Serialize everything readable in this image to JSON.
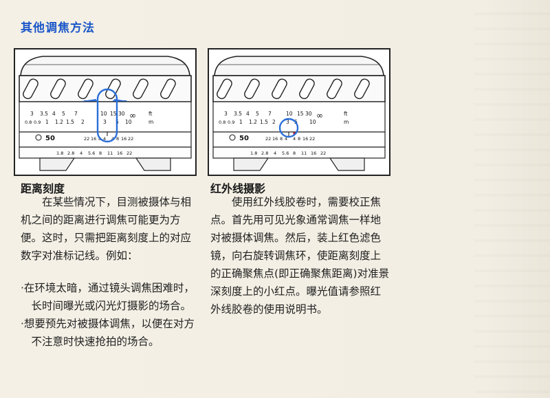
{
  "section_title": "其他调焦方法",
  "figures": {
    "left": {
      "scale_row1": [
        "3",
        "3.5",
        "4",
        "5",
        "7",
        "10",
        "15",
        "30",
        "∞",
        "ft"
      ],
      "scale_row2": [
        "0.8",
        "0.9",
        "1",
        "1.2",
        "1.5",
        "2",
        "3",
        "5",
        "10",
        "m"
      ],
      "dof_row": [
        "22",
        "16",
        "8",
        "4",
        "4",
        "8",
        "16",
        "22"
      ],
      "aperture_label": "50",
      "aperture_row": [
        "1.8",
        "2.8",
        "4",
        "5.6",
        "8",
        "11",
        "16",
        "22"
      ]
    },
    "right": {
      "scale_row1": [
        "3",
        "3.5",
        "4",
        "5",
        "7",
        "10",
        "15",
        "30",
        "∞",
        "ft"
      ],
      "scale_row2": [
        "0.8",
        "0.9",
        "1",
        "1.2",
        "1.5",
        "2",
        "3",
        "5",
        "10",
        "m"
      ],
      "dof_row": [
        "22",
        "16",
        "8",
        "4",
        "4",
        "8",
        "16",
        "22"
      ],
      "aperture_label": "50",
      "aperture_row": [
        "1.8",
        "2.8",
        "4",
        "5.6",
        "8",
        "11",
        "16",
        "22"
      ]
    },
    "highlight_color": "#2a6ed8"
  },
  "left_column": {
    "heading": "距离刻度",
    "paragraph": "在某些情况下，目测被摄体与相机之间的距离进行调焦可能更为方便。这时，只需把距离刻度上的对应数字对准标记线。例如：",
    "bullets": [
      "·在环境太暗，通过镜头调焦困难时，长时间曝光或闪光灯摄影的场合。",
      "·想要预先对被摄体调焦，以便在对方不注意时快速抢拍的场合。"
    ]
  },
  "right_column": {
    "heading": "红外线摄影",
    "paragraph": "使用红外线胶卷时，需要校正焦点。首先用可见光象通常调焦一样地对被摄体调焦。然后，装上红色滤色镜，向右旋转调焦环，使距离刻度上的正确聚焦点(即正确聚焦距离)对准景深刻度上的小红点。曝光值请参照红外线胶卷的使用说明书。"
  }
}
